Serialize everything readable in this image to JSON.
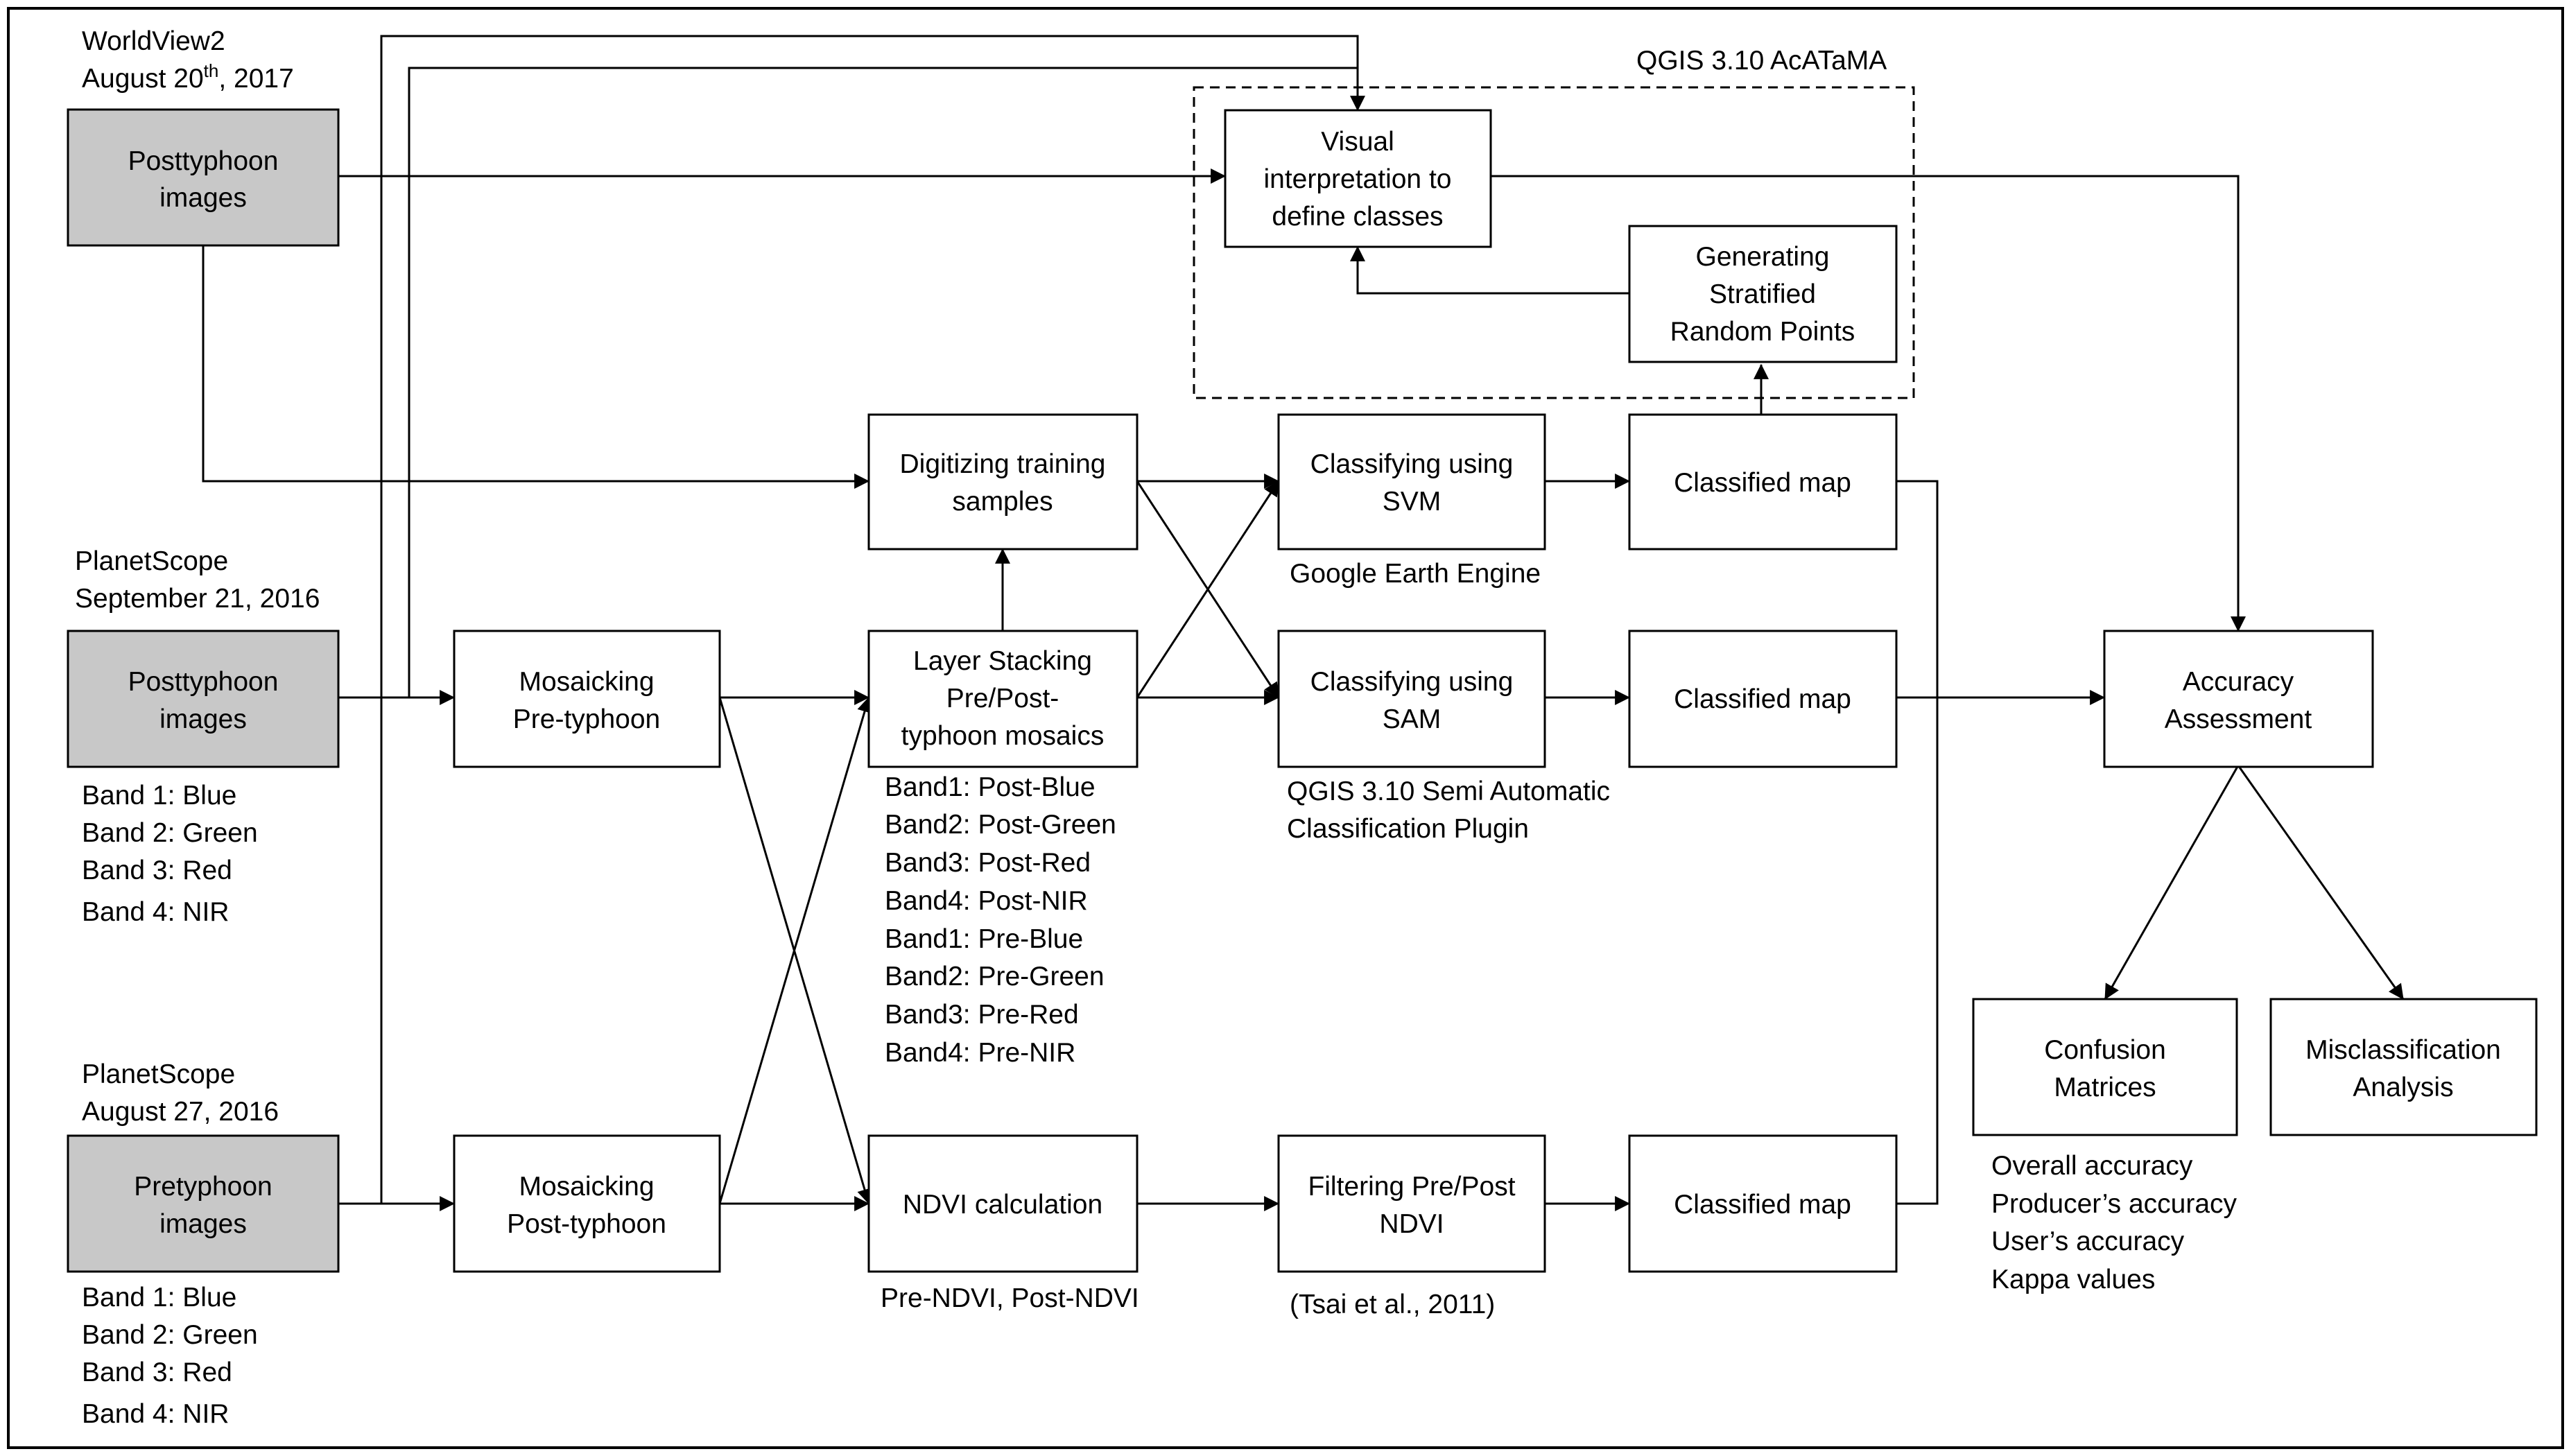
{
  "sources": {
    "worldview": {
      "line1": "WorldView2",
      "line2_prefix": "August 20",
      "line2_sup": "th",
      "line2_suffix": ", 2017"
    },
    "planet_sept": {
      "line1": "PlanetScope",
      "line2": "September 21, 2016"
    },
    "planet_aug": {
      "line1": "PlanetScope",
      "line2": "August 27, 2016"
    }
  },
  "boxes": {
    "post_wv": [
      "Posttyphoon",
      "images"
    ],
    "post_ps": [
      "Posttyphoon",
      "images"
    ],
    "pre_ps": [
      "Pretyphoon",
      "images"
    ],
    "mosaic_pre": [
      "Mosaicking",
      "Pre-typhoon"
    ],
    "mosaic_post": [
      "Mosaicking",
      "Post-typhoon"
    ],
    "digitizing": [
      "Digitizing training",
      "samples"
    ],
    "layer_stack": [
      "Layer Stacking",
      "Pre/Post-",
      "typhoon mosaics"
    ],
    "ndvi": [
      "NDVI calculation"
    ],
    "svm": [
      "Classifying using",
      "SVM"
    ],
    "sam": [
      "Classifying using",
      "SAM"
    ],
    "filter": [
      "Filtering Pre/Post",
      "NDVI"
    ],
    "classified1": [
      "Classified map"
    ],
    "classified2": [
      "Classified map"
    ],
    "classified3": [
      "Classified map"
    ],
    "visual": [
      "Visual",
      "interpretation to",
      "define classes"
    ],
    "stratified": [
      "Generating",
      "Stratified",
      "Random Points"
    ],
    "accuracy": [
      "Accuracy",
      "Assessment"
    ],
    "confusion": [
      "Confusion",
      "Matrices"
    ],
    "misclass": [
      "Misclassification",
      "Analysis"
    ]
  },
  "labels": {
    "qgis_acatama": "QGIS 3.10 AcATaMA",
    "gee": "Google Earth Engine",
    "qgis_scp": [
      "QGIS 3.10 Semi Automatic",
      "Classification Plugin"
    ],
    "tsai": "(Tsai et al., 2011)",
    "ndvi_out": "Pre-NDVI, Post-NDVI",
    "bands_post": [
      "Band 1: Blue",
      "Band 2: Green",
      "Band 3: Red",
      "Band 4: NIR"
    ],
    "bands_pre": [
      "Band 1: Blue",
      "Band 2: Green",
      "Band 3: Red",
      "Band 4: NIR"
    ],
    "stack_bands": [
      "Band1: Post-Blue",
      "Band2: Post-Green",
      "Band3: Post-Red",
      "Band4: Post-NIR",
      "Band1: Pre-Blue",
      "Band2: Pre-Green",
      "Band3: Pre-Red",
      "Band4: Pre-NIR"
    ],
    "accuracy_metrics": [
      "Overall accuracy",
      "Producer’s accuracy",
      "User’s accuracy",
      "Kappa values"
    ]
  }
}
